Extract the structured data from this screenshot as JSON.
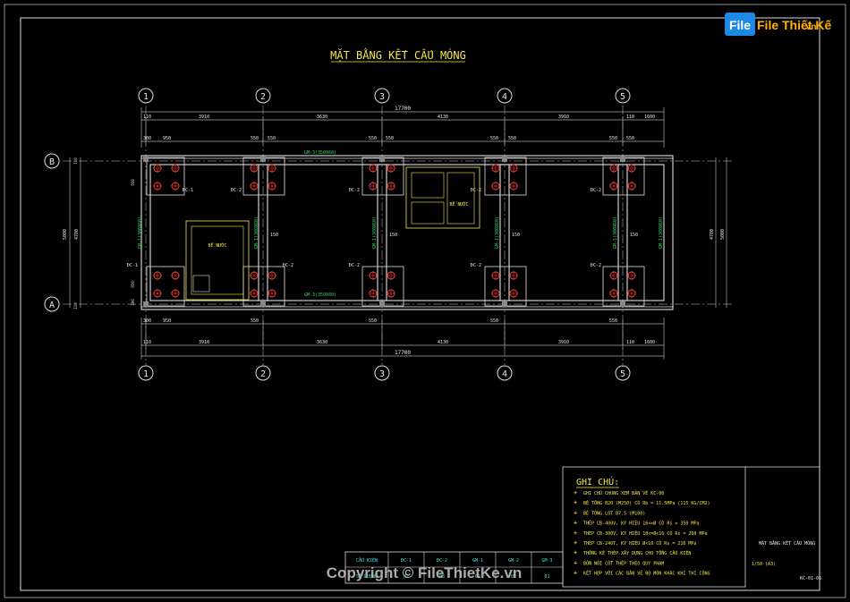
{
  "logo": {
    "brand_text": "File Thiết Kế",
    "domain": ".vn"
  },
  "drawing": {
    "title": "MẶT BẰNG KẾT CẤU MÓNG",
    "grid_cols": [
      "1",
      "2",
      "3",
      "4",
      "5"
    ],
    "grid_rows": [
      "B",
      "A"
    ],
    "overall_dim": "17700",
    "span_dims": [
      "110",
      "3910",
      "3630",
      "4130",
      "3910",
      "110",
      "1600"
    ],
    "col_detail_dims": [
      "300",
      "950",
      "550",
      "550",
      "550",
      "550",
      "550",
      "550",
      "550",
      "550"
    ],
    "height_dim_left": "5000",
    "height_dim_left_inner": "4780",
    "height_dim_right": "5000",
    "height_dim_right_inner": "4780",
    "small_dims": [
      "110",
      "110",
      "550",
      "950",
      "300"
    ],
    "labels": {
      "beam_b": "GM-3(350X60)",
      "beam_a": "GM-3(350X60)",
      "gm1": "GM-1(300X60)",
      "dc1": "ĐC-1",
      "dc2": "ĐC-2",
      "tank": "BỂ NƯỚC",
      "tank2": "BỂ NƯỚC",
      "g150": "150"
    }
  },
  "notes": {
    "heading": "GHI CHÚ:",
    "items": [
      "GHI CHÚ CHUNG XEM BẢN VẼ KC-00",
      "BÊ TÔNG B20 (M250) CÓ Rb = 11.5MPa (115 KG/CM2)",
      "BÊ TÔNG LÓT B7.5 (M100)",
      "THÉP CB-400V, KÝ HIỆU 16<=Ø CÓ Rs = 350 MPa",
      "THÉP CB-300V, KÝ HIỆU 10<=Ø<16 CÓ Rs = 260 MPa",
      "THÉP CB-240T, KÝ HIỆU Ø<10 CÓ Rs = 210 MPa",
      "THỐNG KÊ THÉP XÂY DỰNG CHO TỔNG CẤU KIỆN",
      "BỐN NỐI CỐT THÉP THEO QUY PHẠM",
      "KẾT HỢP VỚI CÁC BẢN VẼ BỘ MÔN KHÁC KHI THI CÔNG"
    ]
  },
  "title_block": {
    "sheet_title": "MẶT BẰNG KẾT CẤU MÓNG",
    "scale": "1/50 (A3)",
    "sheet_no": "KC-01-06"
  },
  "schedule": {
    "headers": [
      "CẤU KIỆN",
      "ĐC-1",
      "ĐC-2",
      "GM-1",
      "GM-2",
      "GM-3"
    ],
    "values": [
      "SỐ LƯỢNG",
      "02",
      "08",
      "02",
      "02",
      "01"
    ]
  },
  "watermark": "Copyright © FileThietKe.vn"
}
